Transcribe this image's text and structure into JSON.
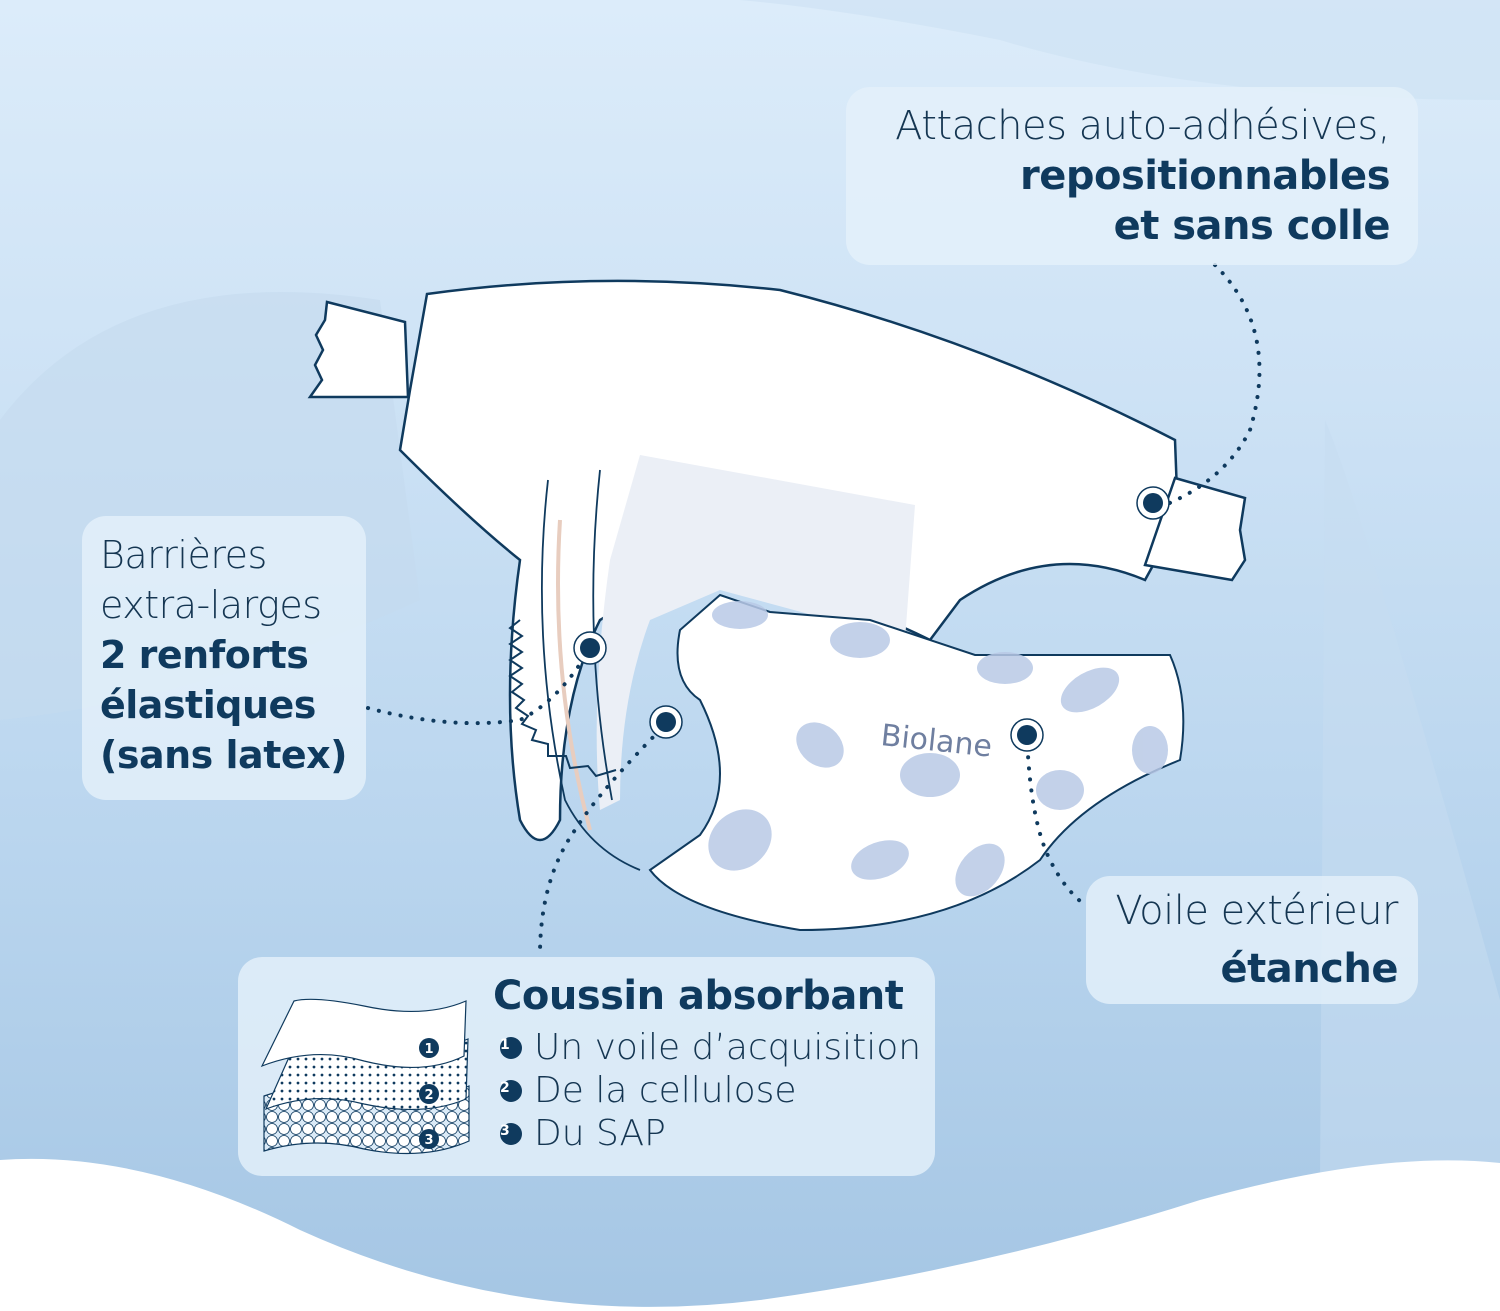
{
  "brand": {
    "logo_text": "Biolane"
  },
  "colors": {
    "text_dark": "#0f3a5e",
    "marker": "#0f3a5e",
    "background_top": "#dcecfa",
    "background_bottom": "#a5c6e4",
    "callout_bg": "#e4f0fa"
  },
  "callouts": {
    "attaches": {
      "line1": "Attaches auto-adhésives,",
      "line2": "repositionnables",
      "line3": "et sans colle"
    },
    "barrieres": {
      "line1": "Barrières",
      "line2": "extra-larges",
      "line3": "2 renforts",
      "line4": "élastiques",
      "line5": "(sans latex)"
    },
    "voile": {
      "line1": "Voile extérieur",
      "line2": "étanche"
    },
    "coussin": {
      "title": "Coussin absorbant",
      "items": [
        {
          "num": "1",
          "label": "Un voile d’acquisition"
        },
        {
          "num": "2",
          "label": "De la cellulose"
        },
        {
          "num": "3",
          "label": "Du SAP"
        }
      ]
    }
  },
  "illustration": {
    "layer_badges": [
      "1",
      "2",
      "3"
    ],
    "markers": [
      "attaches-marker",
      "barrieres-marker",
      "coussin-marker",
      "voile-marker"
    ]
  }
}
